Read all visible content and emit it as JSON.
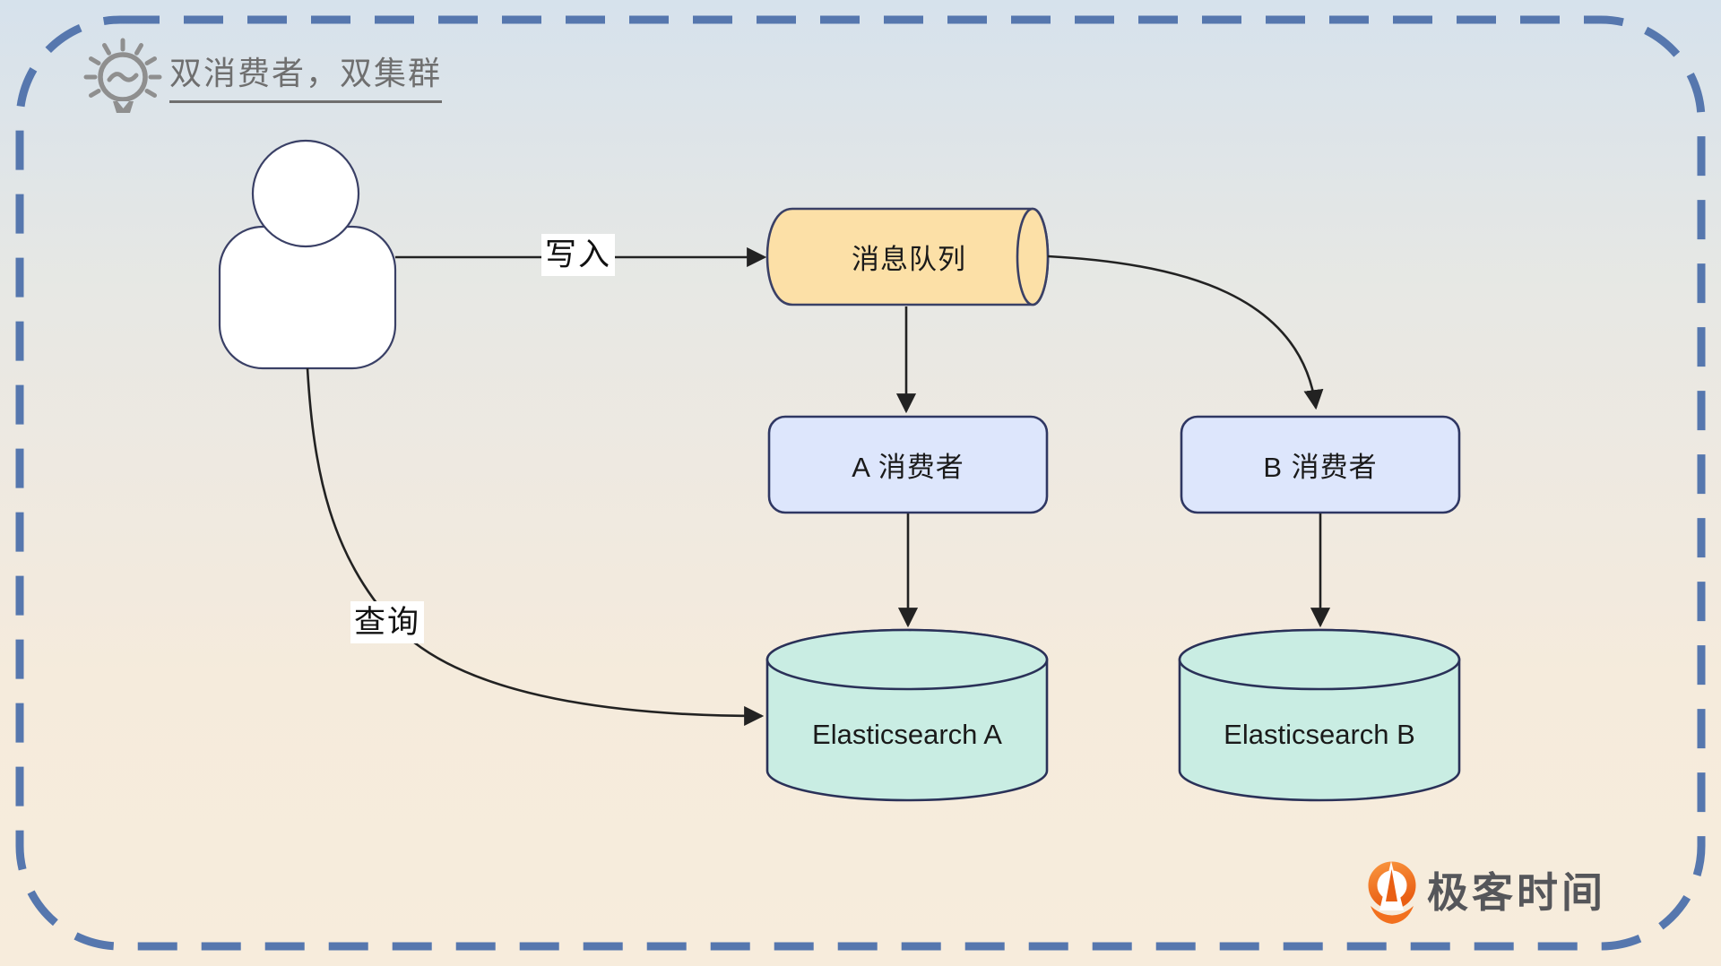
{
  "diagram": {
    "title": "双消费者，双集群",
    "nodes": {
      "user": {
        "type": "person-icon"
      },
      "queue": {
        "label": "消息队列",
        "fill": "#FCE0A7"
      },
      "consumer_a": {
        "label": "A 消费者",
        "fill": "#DDE6FC"
      },
      "consumer_b": {
        "label": "B 消费者",
        "fill": "#DDE6FC"
      },
      "es_a": {
        "label": "Elasticsearch A",
        "fill": "#C9EDE3"
      },
      "es_b": {
        "label": "Elasticsearch B",
        "fill": "#C9EDE3"
      }
    },
    "edges": {
      "write": {
        "label": "写入",
        "from": "user",
        "to": "queue"
      },
      "query": {
        "label": "查询",
        "from": "user",
        "to": "es_a"
      },
      "queue_to_a": {
        "from": "queue",
        "to": "consumer_a"
      },
      "queue_to_b": {
        "from": "queue",
        "to": "consumer_b"
      },
      "a_to_es_a": {
        "from": "consumer_a",
        "to": "es_a"
      },
      "b_to_es_b": {
        "from": "consumer_b",
        "to": "es_b"
      }
    },
    "colors": {
      "frame_dash": "#5677AE",
      "node_stroke": "#343A63",
      "arrow": "#222222",
      "title_text": "#6F6F6F",
      "bulb_icon": "#8F8F8F",
      "logo_orange": "#F2701E",
      "logo_text_color": "#55565A"
    },
    "logo": {
      "text": "极客时间"
    }
  }
}
